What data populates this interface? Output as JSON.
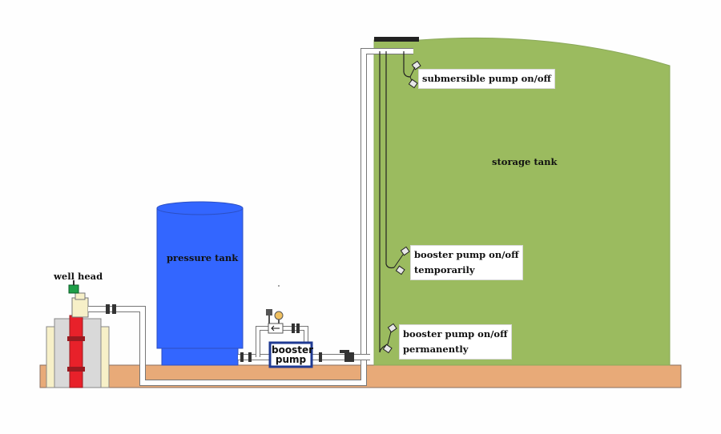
{
  "labels": {
    "well_head": "well head",
    "pressure_tank": "pressure tank",
    "storage_tank": "storage tank",
    "booster_pump_line1": "booster",
    "booster_pump_line2": "pump",
    "float_submersible": "submersible pump on/off",
    "float_temp_line1": "booster pump on/off",
    "float_temp_line2": "temporarily",
    "float_perm_line1": "booster pump on/off",
    "float_perm_line2": "permanently"
  },
  "colors": {
    "storage_tank": "#9bbb5f",
    "pressure_tank": "#3366ff",
    "ground": "#e8aa78",
    "well_casing": "#d9d9d9",
    "well_pipe": "#e8212a",
    "well_head_valve": "#1f9f48",
    "pump_box": "#1f3a93"
  }
}
